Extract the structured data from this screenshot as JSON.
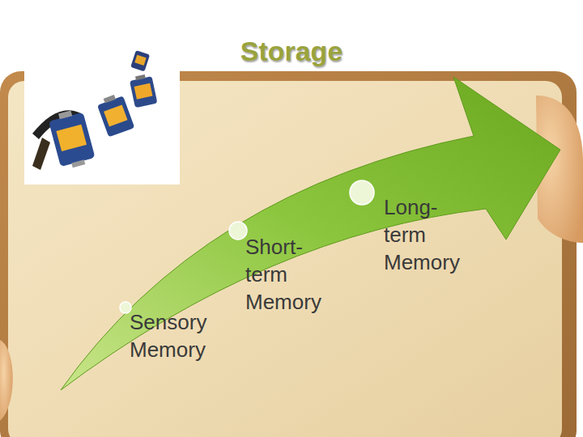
{
  "diagram": {
    "title": "Storage",
    "nodes": [
      {
        "text": [
          "Sensory Memory"
        ]
      },
      {
        "text": [
          "Short-term Memory"
        ]
      },
      {
        "text": [
          "Long-term Memory"
        ]
      }
    ]
  }
}
